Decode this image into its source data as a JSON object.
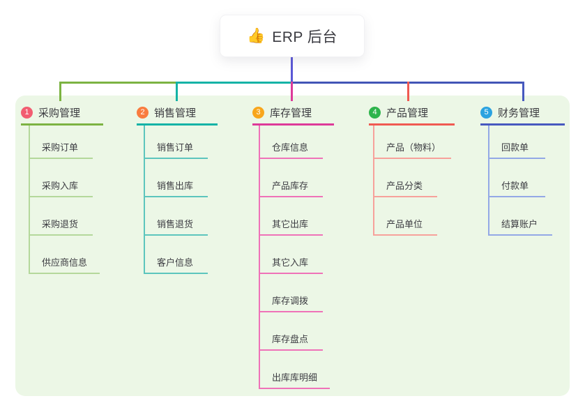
{
  "root": {
    "emoji": "👍",
    "label": "ERP 后台"
  },
  "connectors": {
    "root_stem": "#5a57d6",
    "trunk_left": "#7cb342",
    "trunk_mid": "#14b3a6",
    "trunk_right": "#4255b6"
  },
  "branches": [
    {
      "num": "1",
      "title": "采购管理",
      "color": "#7cb342",
      "badge_color": "#f25d71",
      "child_color": "#b4d89b",
      "children": [
        "采购订单",
        "采购入库",
        "采购退货",
        "供应商信息"
      ]
    },
    {
      "num": "2",
      "title": "销售管理",
      "color": "#14b3a6",
      "badge_color": "#f97c3f",
      "child_color": "#5cc5bd",
      "children": [
        "销售订单",
        "销售出库",
        "销售退货",
        "客户信息"
      ]
    },
    {
      "num": "3",
      "title": "库存管理",
      "color": "#dd3a99",
      "badge_color": "#f8a61c",
      "child_color": "#ef72b8",
      "children": [
        "仓库信息",
        "产品库存",
        "其它出库",
        "其它入库",
        "库存调拨",
        "库存盘点",
        "出库库明细"
      ]
    },
    {
      "num": "4",
      "title": "产品管理",
      "color": "#f05a52",
      "badge_color": "#2eb44c",
      "child_color": "#f7a19b",
      "children": [
        "产品（物料）",
        "产品分类",
        "产品单位"
      ]
    },
    {
      "num": "5",
      "title": "财务管理",
      "color": "#4759bf",
      "badge_color": "#2ba3e0",
      "child_color": "#93a8e6",
      "children": [
        "回款单",
        "付款单",
        "结算账户"
      ]
    }
  ]
}
